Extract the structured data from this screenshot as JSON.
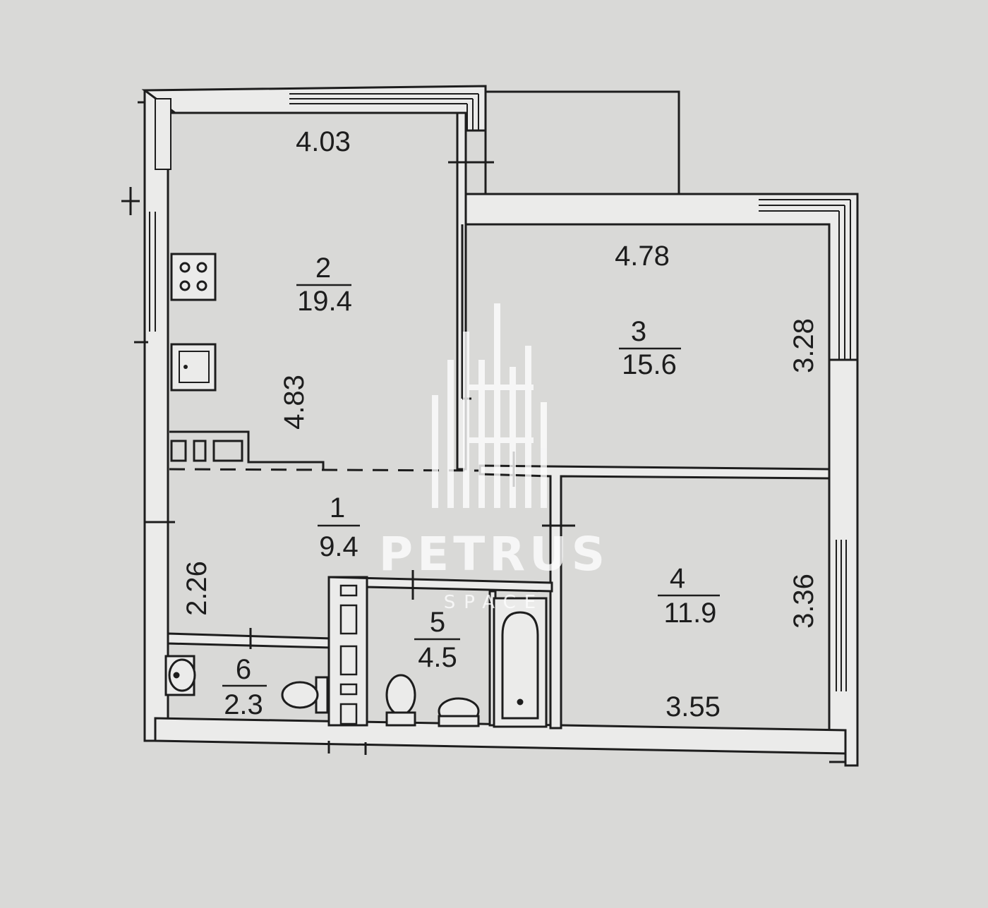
{
  "rooms": [
    {
      "id": "1",
      "area": "9.4"
    },
    {
      "id": "2",
      "area": "19.4"
    },
    {
      "id": "3",
      "area": "15.6"
    },
    {
      "id": "4",
      "area": "11.9"
    },
    {
      "id": "5",
      "area": "4.5"
    },
    {
      "id": "6",
      "area": "2.3"
    }
  ],
  "dimensions": {
    "room2_width": "4.03",
    "room2_length": "4.83",
    "room3_width": "4.78",
    "room3_depth": "3.28",
    "room1_depth": "2.26",
    "room4_depth": "3.36",
    "room4_width": "3.55"
  },
  "watermark": {
    "brand": "PETRUS",
    "sub": "SPACE"
  },
  "colors": {
    "paper": "#d9d9d7",
    "wall_fill": "#ebebea",
    "line": "#1d1d1d",
    "watermark": "#ffffff"
  }
}
